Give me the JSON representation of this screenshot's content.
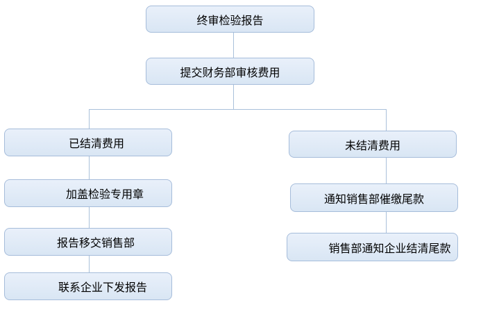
{
  "flowchart": {
    "nodes": [
      {
        "id": "final-inspection-report",
        "label": "终审检验报告"
      },
      {
        "id": "submit-finance-fee-review",
        "label": "提交财务部审核费用"
      },
      {
        "id": "fees-settled",
        "label": "已结清费用"
      },
      {
        "id": "stamp-inspection-seal",
        "label": "加盖检验专用章"
      },
      {
        "id": "report-to-sales-dept",
        "label": "报告移交销售部"
      },
      {
        "id": "contact-enterprise-issue-report",
        "label": "联系企业下发报告"
      },
      {
        "id": "fees-unsettled",
        "label": "未结清费用"
      },
      {
        "id": "notify-sales-collect-balance",
        "label": "通知销售部催缴尾款"
      },
      {
        "id": "sales-notify-enterprise-settle",
        "label": "销售部通知企业结清尾款"
      }
    ],
    "edges": [
      [
        "final-inspection-report",
        "submit-finance-fee-review"
      ],
      [
        "submit-finance-fee-review",
        "fees-settled"
      ],
      [
        "submit-finance-fee-review",
        "fees-unsettled"
      ],
      [
        "fees-settled",
        "stamp-inspection-seal"
      ],
      [
        "stamp-inspection-seal",
        "report-to-sales-dept"
      ],
      [
        "report-to-sales-dept",
        "contact-enterprise-issue-report"
      ],
      [
        "fees-unsettled",
        "notify-sales-collect-balance"
      ],
      [
        "notify-sales-collect-balance",
        "sales-notify-enterprise-settle"
      ]
    ],
    "colors": {
      "node_fill_top": "#e9f0fa",
      "node_fill_bottom": "#d9e6f4",
      "node_border": "#a5bcda",
      "connector": "#a9c0da",
      "text": "#000000",
      "background": "#ffffff"
    }
  }
}
